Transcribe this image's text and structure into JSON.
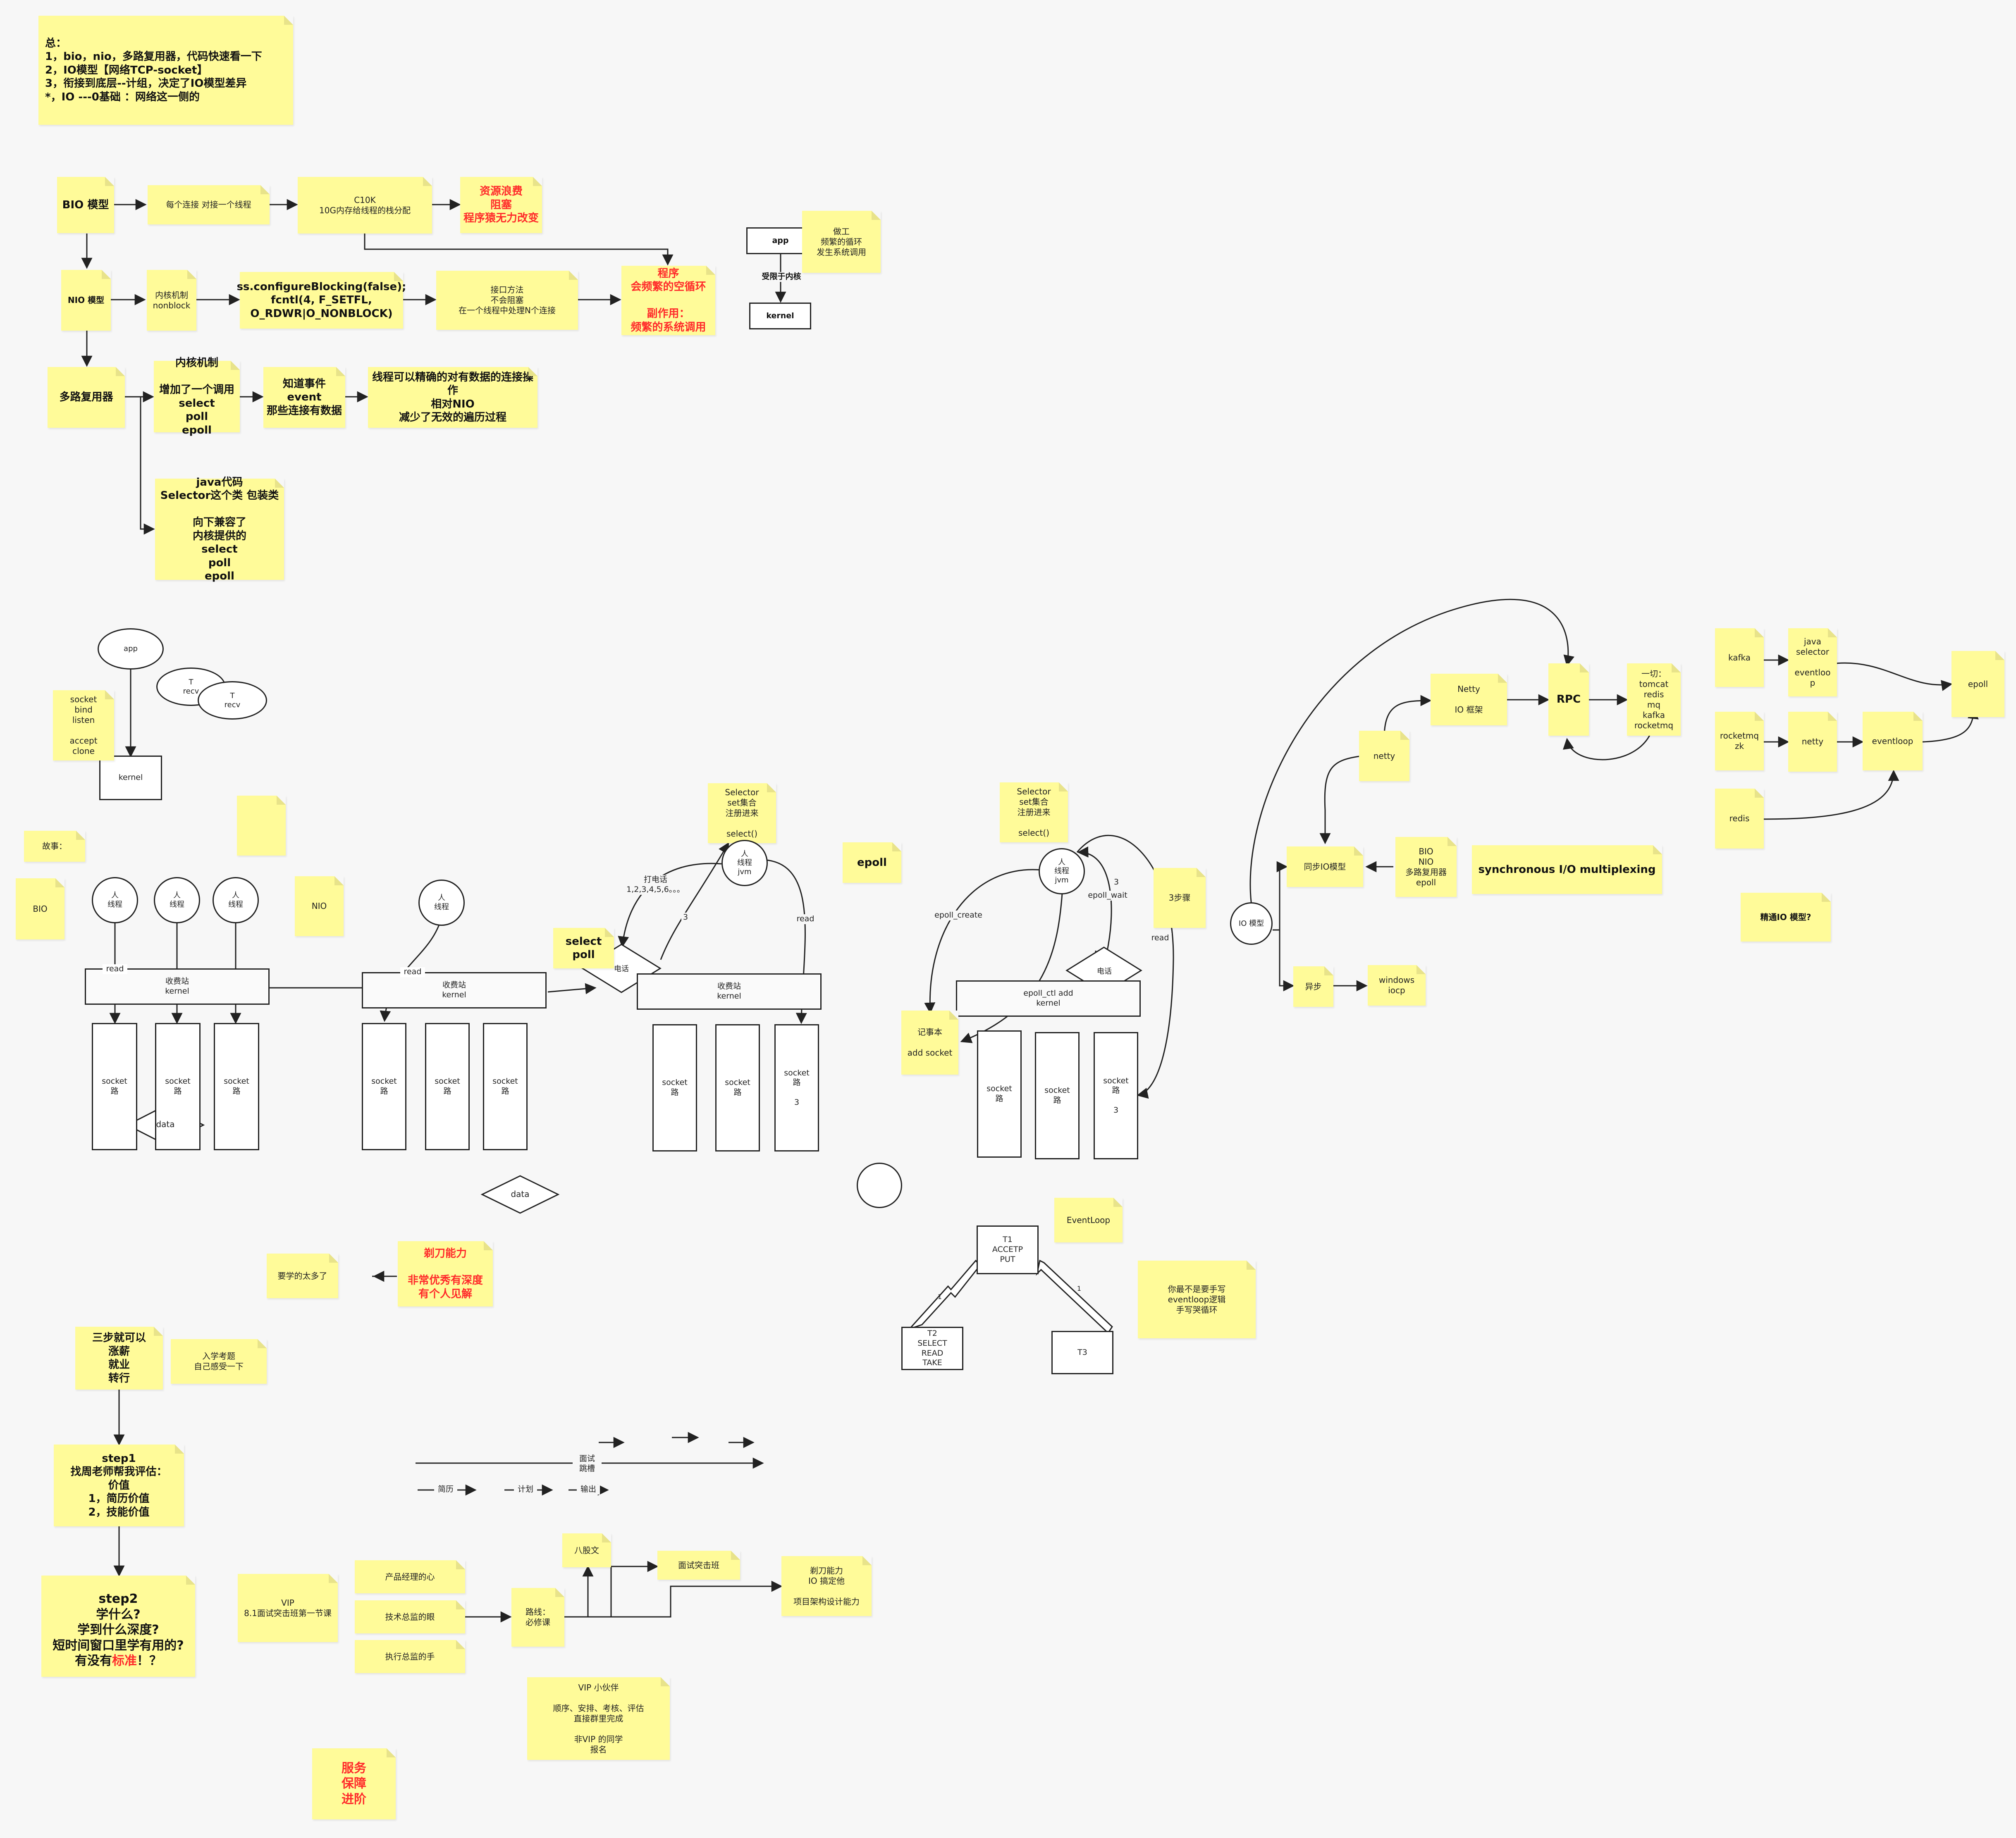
{
  "summary": {
    "text": "总：\n1，bio，nio，多路复用器，代码快速看一下\n2，IO模型【网络TCP-socket】\n3，衔接到底层--计组，决定了IO模型差异\n*，IO ---0基础 ：网络这一侧的"
  },
  "bio_row": {
    "model": "BIO 模型",
    "per_thread": "每个连接 对接一个线程",
    "c10k": "C10K\n10G内存给线程的栈分配",
    "problems": "资源浪费\n阻塞\n程序猿无力改变"
  },
  "nio_row": {
    "model": "NIO 模型",
    "kernel_mech": "内核机制\nnonblock",
    "code": "ss.configureBlocking(false);\nfcntl(4, F_SETFL,\nO_RDWR|O_NONBLOCK)",
    "interface": "接口方法\n不会阻塞\n在一个线程中处理N个连接",
    "problems": "程序\n会频繁的空循环\n\n副作用：\n频繁的系统调用"
  },
  "mux_row": {
    "model": "多路复用器",
    "kernel_mech": "内核机制\n\n增加了一个调用\nselect\npoll\nepoll",
    "events": "知道事件\nevent\n那些连接有数据",
    "precise": "线程可以精确的对有数据的连接操作\n相对NIO\n减少了无效的遍历过程",
    "java": "java代码\nSelector这个类  包装类\n\n向下兼容了\n内核提供的\nselect\npoll\nepoll"
  },
  "app_kernel": {
    "app": "app",
    "kernel": "kernel",
    "limit": "受限于内核",
    "side_note": "做工\n频繁的循环\n发生系统调用"
  },
  "socket_diagram": {
    "app": "app",
    "kernel": "kernel",
    "socket_note": "socket\nbind\nlisten\n\naccept\nclone",
    "thread_t1": "T\nrecv",
    "thread_t2": "T\nrecv"
  },
  "story": {
    "label": "故事：",
    "bio": "BIO",
    "nio": "NIO",
    "epoll": "epoll",
    "select_poll": "select\npoll",
    "three_steps": "3步骤"
  },
  "bio_scene": {
    "people": [
      "人\n线程",
      "人\n线程",
      "人\n线程"
    ],
    "station": "收费站\nkernel",
    "sockets": [
      "socket\n路",
      "socket\n路",
      "socket\n路"
    ],
    "read": "read",
    "data": "data"
  },
  "nio_scene": {
    "person": "人\n线程",
    "station": "收费站\nkernel",
    "sockets": [
      "socket\n路",
      "socket\n路",
      "socket\n路"
    ],
    "read": "read",
    "data": "data"
  },
  "select_scene": {
    "selector_note": "Selector\nset集合\n注册进来\n\nselect()",
    "jvm": "人\n线程\njvm",
    "call": "打电话\n1,2,3,4,5,6。。。",
    "three": "3",
    "phone": "电话",
    "read": "read",
    "station": "收费站\nkernel",
    "sockets": [
      "socket\n路",
      "socket\n路",
      "socket\n路\n\n3"
    ]
  },
  "epoll_scene": {
    "selector_note": "Selector\nset集合\n注册进来\n\nselect()",
    "jvm": "人\n线程\njvm",
    "create": "epoll_create",
    "wait": "epoll_wait",
    "three": "3",
    "read": "read",
    "phone": "电话",
    "ctl": "epoll_ctl add\nkernel",
    "notebook": "记事本\n\nadd socket",
    "sockets": [
      "socket\n路",
      "socket\n路",
      "socket\n路\n\n3"
    ]
  },
  "io_tree": {
    "root": "IO 模型",
    "sync": "同步IO模型",
    "async": "异步",
    "windows": "windows\niocp",
    "bio_list": "BIO\nNIO\n多路复用器\nepoll",
    "sync_mux": "synchronous I/O multiplexing",
    "netty_small": "netty",
    "netty_frame": "Netty\n\nIO 框架",
    "rpc": "RPC",
    "users": "一切：\ntomcat\nredis\nmq\nkafka\nrocketmq"
  },
  "epoll_users": {
    "kafka": "kafka",
    "java_selector": "java\nselector\n\neventloo\np",
    "epoll": "epoll",
    "rocketmq": "rocketmq\nzk",
    "netty": "netty",
    "eventloop": "eventloop",
    "redis": "redis",
    "master": "精通IO 模型?"
  },
  "eventloop_scene": {
    "t1": "T1\nACCETP\nPUT",
    "t2": "T2\nSELECT\nREAD\nTAKE",
    "t3": "T3",
    "label": "EventLoop",
    "note": "你最不是要手写\neventloop逻辑\n手写哭循环",
    "arrow_a": "1",
    "arrow_b": "1"
  },
  "skills": {
    "knife": "剃刀能力\n\n非常优秀有深度\n有个人见解",
    "too_much": "要学的太多了"
  },
  "career": {
    "three_steps": "三步就可以\n涨薪\n就业\n转行",
    "entry": "入学考题\n自己感受一下",
    "step1": "step1\n找周老师帮我评估：\n价值\n1，简历价值\n2，技能价值",
    "step2_pre": "step2\n学什么?\n学到什么深度?\n短时间窗口里学有用的?\n有没有",
    "step2_hl": "标准",
    "step2_post": "！？",
    "interview": "面试\n跳槽",
    "resume": "简历",
    "plan": "计划",
    "output": "输出",
    "vip": "VIP\n8.1面试突击班第一节课",
    "product": "产品经理的心",
    "tech_chief": "技术总监的眼",
    "exec_chief": "执行总监的手",
    "route": "路线：\n必修课",
    "eight": "八股文",
    "interview_class": "面试突击班",
    "knife2": "剃刀能力\nIO 搞定他\n\n项目架构设计能力",
    "vip_partner": "VIP 小伙伴\n\n顺序、安排、考核、评估\n直接群里完成\n\n非VIP 的同学\n报名",
    "service": "服务\n保障\n进阶"
  }
}
